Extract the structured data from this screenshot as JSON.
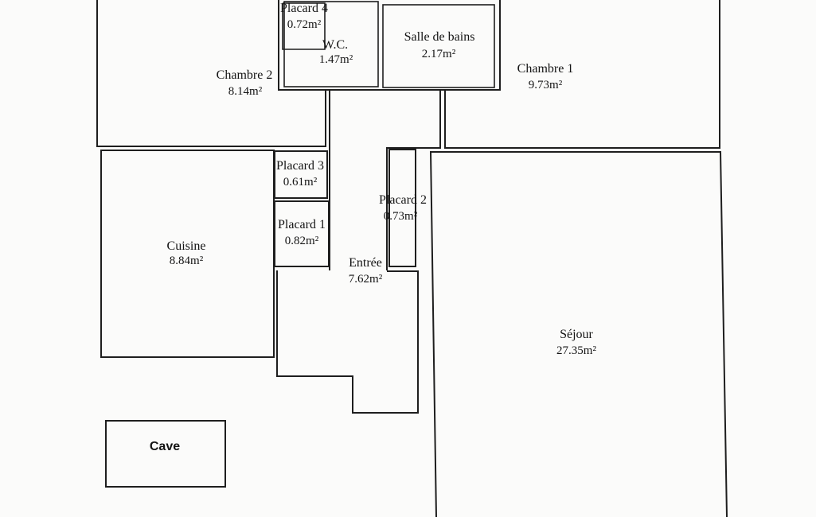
{
  "rooms": {
    "placard4": {
      "name": "Placard 4",
      "area": "0.72m²"
    },
    "wc": {
      "name": "W.C.",
      "area": "1.47m²"
    },
    "salle_de_bains": {
      "name": "Salle de bains",
      "area": "2.17m²"
    },
    "chambre1": {
      "name": "Chambre 1",
      "area": "9.73m²"
    },
    "chambre2": {
      "name": "Chambre 2",
      "area": "8.14m²"
    },
    "placard3": {
      "name": "Placard 3",
      "area": "0.61m²"
    },
    "placard2": {
      "name": "Placard 2",
      "area": "0.73m²"
    },
    "placard1": {
      "name": "Placard 1",
      "area": "0.82m²"
    },
    "cuisine": {
      "name": "Cuisine",
      "area": "8.84m²"
    },
    "entree": {
      "name": "Entrée",
      "area": "7.62m²"
    },
    "sejour": {
      "name": "Séjour",
      "area": "27.35m²"
    },
    "cave": {
      "name": "Cave"
    }
  }
}
